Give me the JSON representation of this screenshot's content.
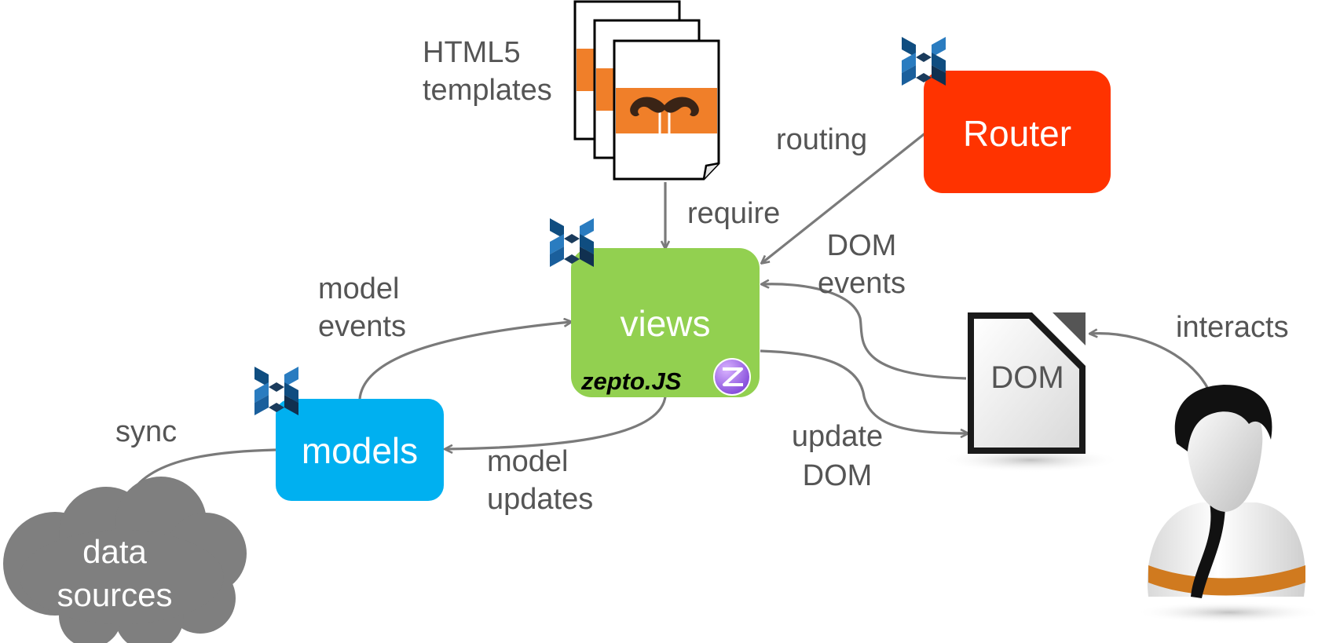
{
  "nodes": {
    "templates": {
      "label_line1": "HTML5",
      "label_line2": "templates"
    },
    "router": {
      "label": "Router",
      "color": "#ff3300"
    },
    "views": {
      "label": "views",
      "library": "zepto.JS",
      "color": "#92d050"
    },
    "models": {
      "label": "models",
      "color": "#00b0f0"
    },
    "dom": {
      "label": "DOM"
    },
    "data_sources": {
      "label_line1": "data",
      "label_line2": "sources",
      "color": "#7f7f7f"
    },
    "user": {
      "icon": "user-icon"
    }
  },
  "edges": {
    "require": "require",
    "routing": "routing",
    "dom_events": {
      "line1": "DOM",
      "line2": "events"
    },
    "model_events": {
      "line1": "model",
      "line2": "events"
    },
    "model_updates": {
      "line1": "model",
      "line2": "updates"
    },
    "update_dom": {
      "line1": "update",
      "line2": "DOM"
    },
    "interacts": "interacts",
    "sync": "sync"
  },
  "icons": {
    "backbone": "backbone-logo-icon",
    "mustache": "mustache-icon",
    "zepto": "zepto-logo-icon",
    "document": "document-icon"
  }
}
